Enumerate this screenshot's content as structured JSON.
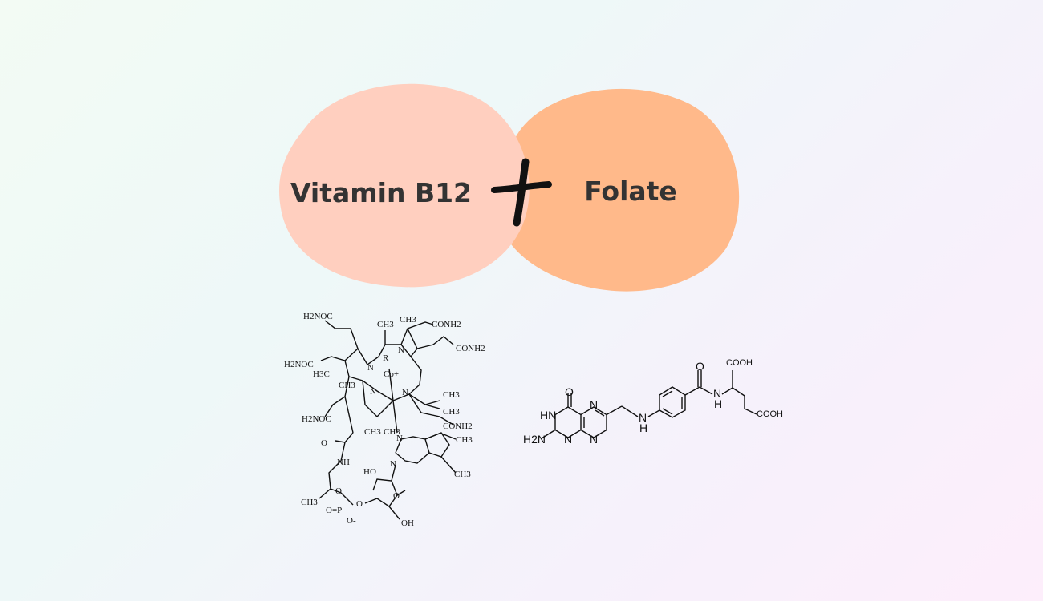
{
  "left_circle": {
    "label": "Vitamin B12",
    "color": "#ffcfbf"
  },
  "right_circle": {
    "label": "Folate",
    "color": "#ffb98a"
  },
  "operator": {
    "symbol": "+",
    "icon": "brush-plus-icon",
    "color": "#111111"
  },
  "structures": {
    "b12": {
      "labels": [
        "H2NOC",
        "CH3",
        "CH3",
        "CONH2",
        "CONH2",
        "R",
        "H2NOC",
        "H3C",
        "N",
        "N",
        "Co+",
        "CH3",
        "N",
        "N",
        "CH3",
        "CH3",
        "H2NOC",
        "CH3",
        "CH3",
        "CONH2",
        "O",
        "N",
        "CH3",
        "NH",
        "N",
        "CH3",
        "HO",
        "O",
        "CH3",
        "O",
        "O=P",
        "O",
        "O-",
        "OH"
      ]
    },
    "folate": {
      "labels": [
        "O",
        "HN",
        "N",
        "H2N",
        "N",
        "N",
        "N",
        "H",
        "O",
        "N",
        "H",
        "COOH",
        "COOH"
      ]
    }
  }
}
